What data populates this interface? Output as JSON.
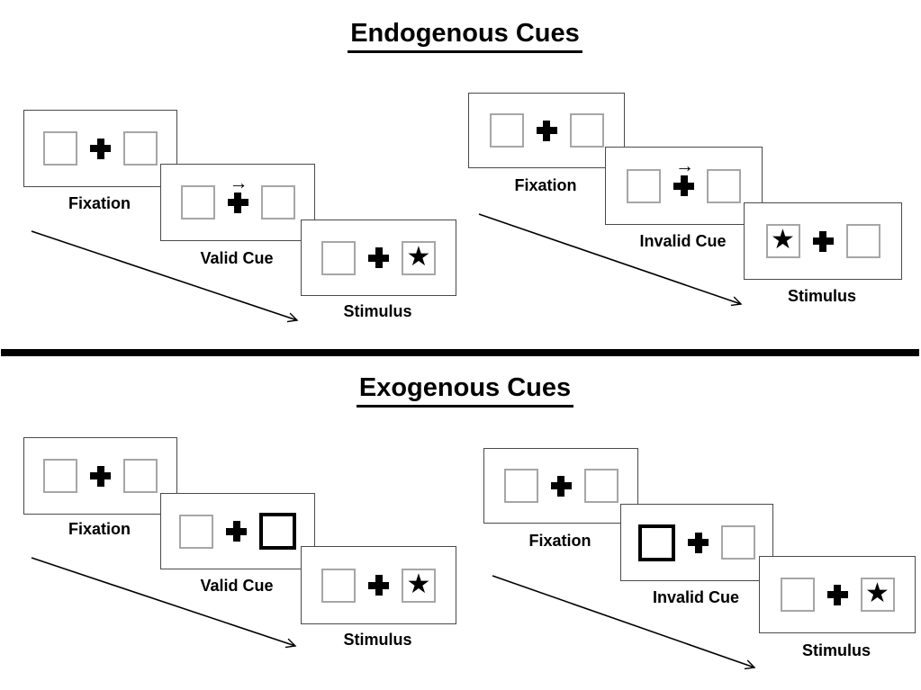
{
  "diagram": {
    "sections": [
      {
        "title": "Endogenous Cues",
        "groups": [
          {
            "name": "valid-trial",
            "panels": [
              {
                "label": "Fixation",
                "left_box": "empty",
                "right_box": "empty",
                "cue": "none"
              },
              {
                "label": "Valid Cue",
                "left_box": "empty",
                "right_box": "empty",
                "cue": "central-arrow-right"
              },
              {
                "label": "Stimulus",
                "left_box": "empty",
                "right_box": "star",
                "cue": "none"
              }
            ]
          },
          {
            "name": "invalid-trial",
            "panels": [
              {
                "label": "Fixation",
                "left_box": "empty",
                "right_box": "empty",
                "cue": "none"
              },
              {
                "label": "Invalid Cue",
                "left_box": "empty",
                "right_box": "empty",
                "cue": "central-arrow-right"
              },
              {
                "label": "Stimulus",
                "left_box": "star",
                "right_box": "empty",
                "cue": "none"
              }
            ]
          }
        ]
      },
      {
        "title": "Exogenous Cues",
        "groups": [
          {
            "name": "valid-trial",
            "panels": [
              {
                "label": "Fixation",
                "left_box": "empty",
                "right_box": "empty",
                "cue": "none"
              },
              {
                "label": "Valid Cue",
                "left_box": "empty",
                "right_box": "bold-box",
                "cue": "peripheral-box-right"
              },
              {
                "label": "Stimulus",
                "left_box": "empty",
                "right_box": "star",
                "cue": "none"
              }
            ]
          },
          {
            "name": "invalid-trial",
            "panels": [
              {
                "label": "Fixation",
                "left_box": "empty",
                "right_box": "empty",
                "cue": "none"
              },
              {
                "label": "Invalid Cue",
                "left_box": "bold-box",
                "right_box": "empty",
                "cue": "peripheral-box-left"
              },
              {
                "label": "Stimulus",
                "left_box": "empty",
                "right_box": "star",
                "cue": "none"
              }
            ]
          }
        ]
      }
    ]
  },
  "icons": {
    "fixation_cross": "plus-shape",
    "star_glyph": "★",
    "cue_arrow_glyph": "→"
  },
  "colors": {
    "ink": "#000000",
    "panel_border": "#4a4a4a",
    "box_border": "#a6a6a6",
    "background": "#ffffff"
  }
}
